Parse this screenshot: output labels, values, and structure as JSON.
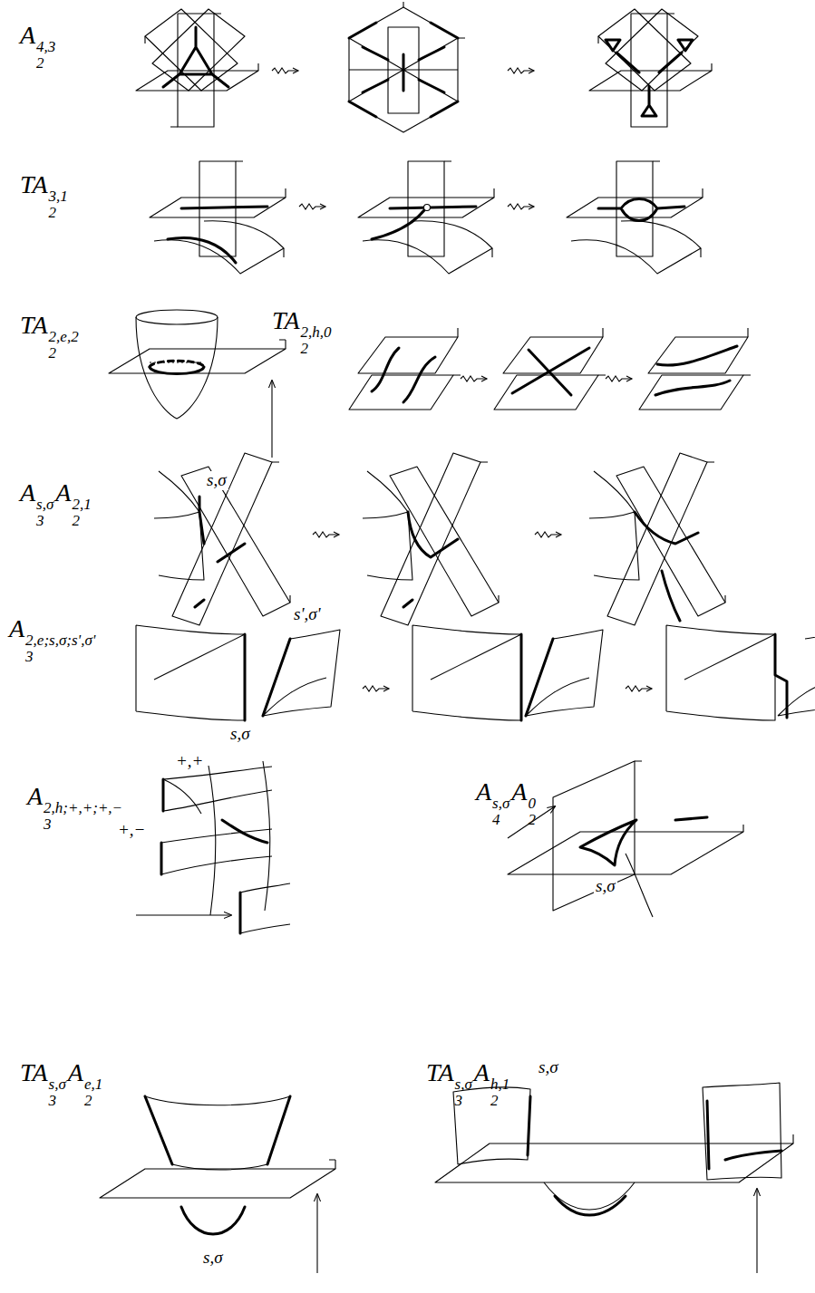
{
  "diagram": {
    "labels": [
      "A",
      "2",
      "4,3",
      "TA",
      "2",
      "3,1",
      "TA",
      "2",
      "2,e,2",
      "TA",
      "2",
      "2,h,0",
      "A",
      "3",
      "s,σ",
      "A",
      "2",
      "2,1",
      "s,σ",
      "A",
      "3",
      "2,e;s,σ;s',σ'",
      "s',σ'",
      "s,σ",
      "A",
      "3",
      "2,h;+,+;+,−",
      "+,+",
      "+,−",
      "A",
      "4",
      "s,σ",
      "A",
      "2",
      "0",
      "s,σ",
      "TA",
      "3",
      "s,σ",
      "A",
      "2",
      "e,1",
      "s,σ",
      "TA",
      "3",
      "s,σ",
      "A",
      "2",
      "h,1",
      "s,σ"
    ]
  }
}
